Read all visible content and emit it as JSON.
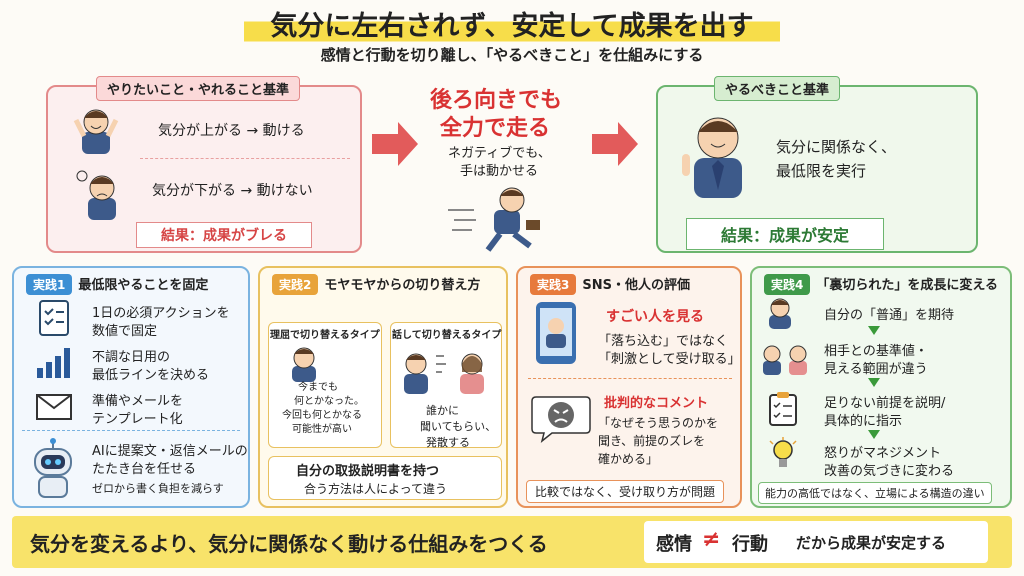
{
  "header": {
    "title": "気分に左右されず、安定して成果を出す",
    "subtitle": "感情と行動を切り離し、「やるべきこと」を仕組みにする"
  },
  "left": {
    "tag": "やりたいこと・やれること基準",
    "up": "気分が上がる → 動ける",
    "down": "気分が下がる → 動けない",
    "result": "結果：成果がブレる"
  },
  "middle": {
    "headline1": "後ろ向きでも",
    "headline2": "全力で走る",
    "note1": "ネガティブでも、",
    "note2": "手は動かせる"
  },
  "right": {
    "tag": "やるべきこと基準",
    "line1": "気分に関係なく、",
    "line2": "最低限を実行",
    "result": "結果：成果が安定"
  },
  "p1": {
    "num": "実践1",
    "title": "最低限やることを固定",
    "i1a": "1日の必須アクションを",
    "i1b": "数値で固定",
    "i2a": "不調な日用の",
    "i2b": "最低ラインを決める",
    "i3a": "準備やメールを",
    "i3b": "テンプレート化",
    "i4a": "AIに提案文・返信メールの",
    "i4b": "たたき台を任せる",
    "i4c": "ゼロから書く負担を減らす"
  },
  "p2": {
    "num": "実践2",
    "title": "モヤモヤからの切り替え方",
    "typeA": "理屈で切り替えるタイプ",
    "typeB": "話して切り替えるタイプ",
    "a1": "今までも",
    "a2": "何とかなった。",
    "a3": "今回も何とかなる",
    "a4": "可能性が高い",
    "b1": "誰かに",
    "b2": "聞いてもらい、",
    "b3": "発散する",
    "box1": "自分の取扱説明書を持つ",
    "box2": "合う方法は人によって違う"
  },
  "p3": {
    "num": "実践3",
    "title": "SNS・他人の評価",
    "h1": "すごい人を見る",
    "s1a": "「落ち込む」ではなく",
    "s1b": "「刺激として受け取る」",
    "h2": "批判的なコメント",
    "s2a": "「なぜそう思うのかを",
    "s2b": "聞き、前提のズレを",
    "s2c": "確かめる」",
    "footer": "比較ではなく、受け取り方が問題"
  },
  "p4": {
    "num": "実践4",
    "title": "「裏切られた」を成長に変える",
    "s1": "自分の「普通」を期待",
    "s2a": "相手との基準値・",
    "s2b": "見える範囲が違う",
    "s3a": "足りない前提を説明/",
    "s3b": "具体的に指示",
    "s4a": "怒りがマネジメント",
    "s4b": "改善の気づきに変わる",
    "footer": "能力の高低ではなく、立場による構造の違い"
  },
  "bottom": {
    "main": "気分を変えるより、気分に関係なく動ける仕組みをつくる",
    "feel": "感情",
    "neq": "≠",
    "act": "行動",
    "tail": "だから成果が安定する"
  },
  "colors": {
    "red": "#e25b5b",
    "green": "#3f9a4a",
    "blue": "#3c8fd4",
    "orange": "#e8a33a",
    "coral": "#e77a3c",
    "yellow": "#f7dd4a"
  }
}
